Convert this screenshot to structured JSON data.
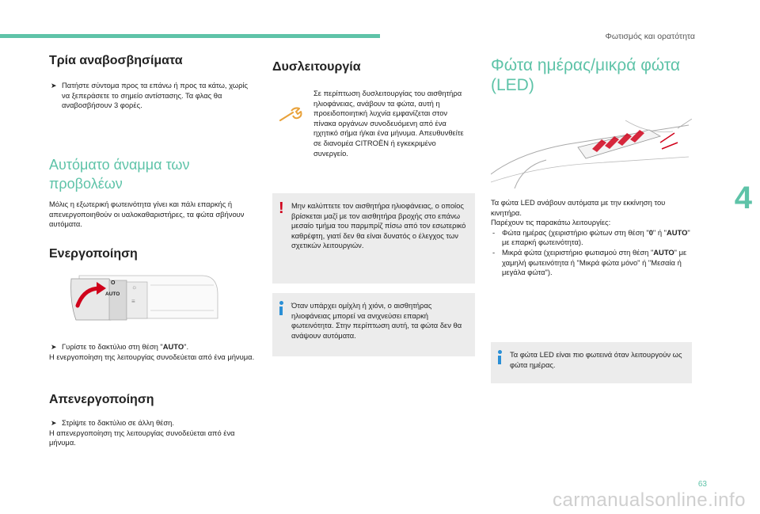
{
  "header": {
    "running_title": "Φωτισμός και ορατότητα",
    "chapter_number": "4",
    "page_number": "63",
    "watermark": "carmanualsonline.info"
  },
  "col1": {
    "s1_title": "Τρία αναβοσβησίματα",
    "s1_bullet": "Πατήστε σύντομα προς τα επάνω ή προς τα κάτω, χωρίς να ξεπεράσετε το σημείο αντίστασης. Τα φλας θα αναβοσβήσουν 3 φορές.",
    "s2_title": "Αυτόματο άναμμα των προβολέων",
    "s2_text": "Μόλις η εξωτερική φωτεινότητα γίνει και πάλι επαρκής ή απενεργοποιηθούν οι υαλοκαθαριστήρες, τα φώτα σβήνουν αυτόματα.",
    "s3_title": "Ενεργοποίηση",
    "stalk": {
      "o": "O",
      "auto": "AUTO"
    },
    "s3_bullet_pre": "Γυρίστε το δακτύλιο στη θέση \"",
    "s3_bullet_bold": "AUTO",
    "s3_bullet_post": "\".",
    "s3_text": "Η ενεργοποίηση της λειτουργίας συνοδεύεται από ένα μήνυμα.",
    "s4_title": "Απενεργοποίηση",
    "s4_bullet": "Στρίψτε το δακτύλιο σε άλλη θέση.",
    "s4_text": "Η απενεργοποίηση της λειτουργίας συνοδεύεται από ένα μήνυμα."
  },
  "col2": {
    "title": "Δυσλειτουργία",
    "malf_text": "Σε περίπτωση δυσλειτουργίας του αισθητήρα ηλιοφάνειας, ανάβουν τα φώτα, αυτή η προειδοποιητική λυχνία εμφανίζεται στον πίνακα οργάνων συνοδευόμενη από ένα ηχητικό σήμα ή/και ένα μήνυμα. Απευθυνθείτε σε διανομέα CITROËN ή εγκεκριμένο συνεργείο.",
    "warning_text": "Μην καλύπτετε τον αισθητήρα ηλιοφάνειας, ο οποίος βρίσκεται μαζί με τον αισθητήρα βροχής στο επάνω μεσαίο τμήμα του παρμπρίζ πίσω από τον εσωτερικό καθρέφτη, γιατί δεν θα είναι δυνατός ο έλεγχος των σχετικών λειτουργιών.",
    "info_text": "Όταν υπάρχει ομίχλη ή χιόνι, ο αισθητήρας ηλιοφάνειας μπορεί να ανιχνεύσει επαρκή φωτεινότητα. Στην περίπτωση αυτή, τα φώτα δεν θα ανάψουν αυτόματα."
  },
  "col3": {
    "title": "Φώτα ημέρας/μικρά φώτα (LED)",
    "intro": "Τα φώτα LED ανάβουν αυτόματα με την εκκίνηση του κινητήρα.",
    "list_intro": "Παρέχουν τις παρακάτω λειτουργίες:",
    "item1_pre": "Φώτα ημέρας (χειριστήριο φώτων στη θέση \"",
    "item1_bold1": "0",
    "item1_mid": "\" ή \"",
    "item1_bold2": "AUTO",
    "item1_post": "\" με επαρκή φωτεινότητα).",
    "item2_pre": "Μικρά φώτα (χειριστήριο φωτισμού στη θέση \"",
    "item2_bold": "AUTO",
    "item2_post": "\" με χαμηλή φωτεινότητα ή \"Μικρά φώτα μόνο\" ή \"Μεσαία ή μεγάλα φώτα\").",
    "info_text": "Τα φώτα LED είναι πιο φωτεινά όταν λειτουργούν ως φώτα ημέρας."
  },
  "colors": {
    "accent": "#5ec3a8",
    "warning": "#d0021b",
    "info": "#2a8fd6",
    "box_bg": "#ececec"
  }
}
